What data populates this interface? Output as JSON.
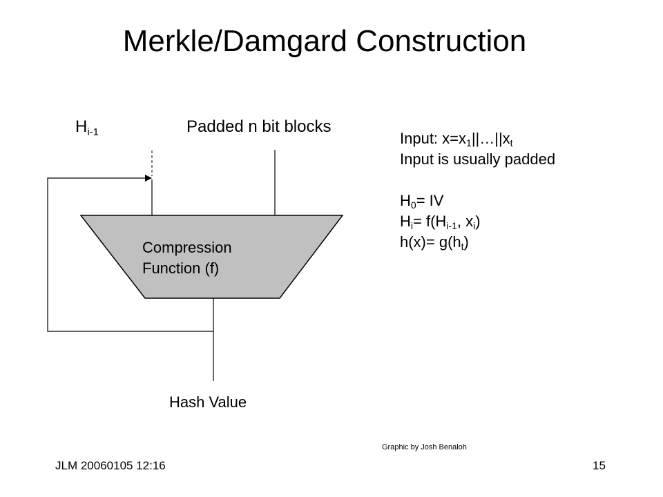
{
  "slide": {
    "title": "Merkle/Damgard Construction",
    "footer_left": "JLM 20060105 12:16",
    "page_number": "15",
    "credit": "Graphic by Josh Benaloh"
  },
  "diagram": {
    "prev_hash_label": {
      "base": "H",
      "sub": "i-1"
    },
    "blocks_label": "Padded n bit blocks",
    "function_label_line1": "Compression",
    "function_label_line2": "Function (f)",
    "output_label": "Hash Value",
    "function_fill": "#c0c0c0"
  },
  "notes": {
    "input_prefix": "Input: x=x",
    "input_sub1": "1",
    "input_middle": "||…||x",
    "input_sub2": "t",
    "padding_note": "Input is usually padded",
    "h0_base": "H",
    "h0_sub": "0",
    "h0_rest": "= IV",
    "hi_base": "H",
    "hi_sub": "i",
    "hi_mid": "= f(H",
    "hi_sub2": "i-1",
    "hi_mid2": ", x",
    "hi_sub3": "i",
    "hi_end": ")",
    "final_prefix": "h(x)= g(h",
    "final_sub": "t",
    "final_end": ")"
  }
}
